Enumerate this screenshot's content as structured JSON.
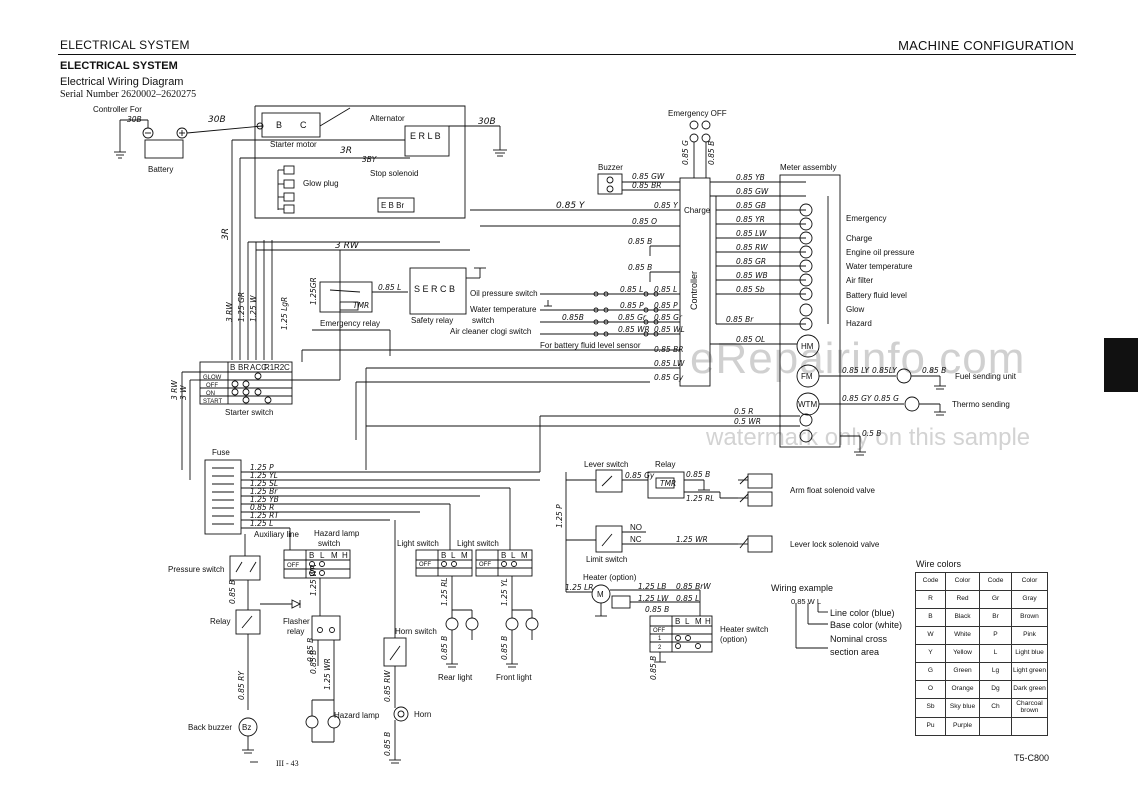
{
  "header": {
    "left": "ELECTRICAL SYSTEM",
    "right": "MACHINE CONFIGURATION"
  },
  "section_title": "ELECTRICAL SYSTEM",
  "subtitle": "Electrical Wiring Diagram",
  "serial": "Serial Number 2620002–2620275",
  "watermark": {
    "main": "eRepairinfo.com",
    "sub": "watermark only on this sample"
  },
  "labels": {
    "controller_for": "Controller For",
    "battery": "Battery",
    "starter_motor": "Starter motor",
    "alternator": "Alternator",
    "glow_plug": "Glow plug",
    "stop_solenoid": "Stop solenoid",
    "emergency_relay": "Emergency relay",
    "safety_relay": "Safety relay",
    "oil_pressure_switch": "Oil pressure switch",
    "water_temp_switch": "Water temperature",
    "water_temp_switch2": "switch",
    "air_cleaner_switch": "Air cleaner clogi switch",
    "fluid_level_sensor": "For battery fluid level sensor",
    "starter_switch": "Starter switch",
    "emergency_off": "Emergency OFF",
    "buzzer": "Buzzer",
    "meter_assembly": "Meter assembly",
    "charge_mid": "Charge",
    "controller": "Controller",
    "fuse": "Fuse",
    "auxiliary_line": "Auxiliary line",
    "hazard_lamp_switch": "Hazard lamp",
    "hazard_lamp_switch2": "switch",
    "pressure_switch": "Pressure switch",
    "relay_left": "Relay",
    "flasher_relay": "Flasher",
    "flasher_relay2": "relay",
    "horn_switch": "Horn switch",
    "back_buzzer": "Back buzzer",
    "hazard_lamp": "Hazard lamp",
    "horn": "Horn",
    "light_switch_1": "Light switch",
    "light_switch_2": "Light switch",
    "rear_light": "Rear light",
    "front_light": "Front light",
    "lever_switch": "Lever switch",
    "relay_right": "Relay",
    "limit_switch": "Limit switch",
    "arm_float_valve": "Arm float solenoid valve",
    "lever_lock_valve": "Lever lock solenoid valve",
    "heater": "Heater (option)",
    "heater_switch": "Heater switch",
    "heater_switch2": "(option)",
    "fuel_sending": "Fuel sending unit",
    "thermo_sending": "Thermo sending",
    "no": "NO",
    "nc": "NC"
  },
  "meter_lamps": [
    "Emergency",
    "Charge",
    "Engine oil pressure",
    "Water temperature",
    "Air filter",
    "Battery fluid level",
    "Glow",
    "Hazard"
  ],
  "meter_gauges": [
    "HM",
    "FM",
    "WTM"
  ],
  "starter_switch_cols": [
    "B",
    "BR",
    "ACC",
    "R1",
    "R2",
    "C"
  ],
  "starter_switch_rows": [
    "GLOW",
    "OFF",
    "ON",
    "START"
  ],
  "alternator_terminals": "E R L B",
  "starter_terminals": [
    "B",
    "C"
  ],
  "stop_solenoid_terminals": "E B Br",
  "safety_relay_terminals": "S E R C B",
  "switch_cols": [
    "B",
    "L",
    "M",
    "H"
  ],
  "switch_rows": [
    "OFF",
    "1",
    "2"
  ],
  "wires": {
    "w30b_a": "30B",
    "w30b_b": "30B",
    "w30b_c": "30B",
    "w3r": "3R",
    "w3by": "3BY",
    "w3r_v": "3R",
    "w3rw": "3 RW",
    "w3rw_l": "3 RW",
    "w3w_l": "3 W",
    "w3rw_v2": "3 RW",
    "w125gr": "1.25 GR",
    "w125w": "1.25 W",
    "w125gr_v": "1.25GR",
    "w125lgr": "1.25 LgR",
    "w085l_er": "0.85 L",
    "w085y_top": "0.85 Y",
    "w085g_v": "0.85 G",
    "w085b_v": "0.85 B",
    "w085gw": "0.85 GW",
    "w085br": "0.85 BR",
    "w085y": "0.85 Y",
    "w085o": "0.85 O",
    "w085b": "0.85 B",
    "w085b2": "0.85 B",
    "m_yb": "0.85 YB",
    "m_gw": "0.85 GW",
    "m_gb": "0.85 GB",
    "m_yr": "0.85 YR",
    "m_lw": "0.85 LW",
    "m_rw": "0.85 RW",
    "m_gr": "0.85 GR",
    "m_wb": "0.85 WB",
    "m_sb": "0.85 Sb",
    "m_br": "0.85 Br",
    "c_l": "0.85 L",
    "c_l2": "0.85 L",
    "c_p": "0.85 P",
    "c_p2": "0.85 P",
    "c_b": "0.85B",
    "c_gr": "0.85 Gr",
    "c_gr2": "0.85 Gr",
    "c_wr": "0.85 WR",
    "c_wr2": "0.85 WL",
    "c_br": "0.85 BR",
    "c_lw": "0.85 LW",
    "c_gy": "0.85 Gy",
    "c_ol": "0.85 OL",
    "f_ly": "0.85 LY",
    "f_ly2": "0.85LY",
    "f_b": "0.85 B",
    "t_gy": "0.85 GY",
    "t_g": "0.85 G",
    "m_r": "0.5 R",
    "m_wr": "0.5 WR",
    "m_sb2": "0.5 B",
    "fz1": "1.25 P",
    "fz2": "1.25 YL",
    "fz3": "1.25 SL",
    "fz4": "1.25 Br",
    "fz5": "1.25 YB",
    "fz6": "0.85 R",
    "fz7": "1.25 RT",
    "fz8": "1.25 L",
    "lv_gy": "0.85 Gy",
    "lv_b": "0.85 B",
    "lv_rl": "1.25 RL",
    "lv_p": "1.25 P",
    "lv_wr": "1.25 WR",
    "h_lr": "1.25 LR",
    "h_lb": "1.25 LB",
    "h_lw": "1.25 LW",
    "h_brw": "0.85 BrW",
    "h_l": "0.85 L",
    "h_b": "0.85 B",
    "h_b2": "0.85 B",
    "p_b": "0.85 B",
    "p_ry": "0.85 RY",
    "fl_wr": "1.25 WR",
    "fl_b": "0.85 B",
    "fl_wr2": "1.25 WR",
    "hn_rw": "0.85 RW",
    "hn_b": "0.85 B",
    "hn_b2": "0.85 B",
    "ls_rl": "1.25 RL",
    "ls_yl": "1.25 YL",
    "ls_b": "0.85 B",
    "ls_b2": "0.85 B"
  },
  "wiring_example": {
    "title": "Wiring example",
    "code": "0.85 W L",
    "line_color": "Line color (blue)",
    "base_color": "Base color (white)",
    "cross1": "Nominal cross",
    "cross2": "section area"
  },
  "wire_colors": {
    "title": "Wire colors",
    "header": [
      "Code",
      "Color",
      "Code",
      "Color"
    ],
    "rows": [
      [
        "R",
        "Red",
        "Gr",
        "Gray"
      ],
      [
        "B",
        "Black",
        "Br",
        "Brown"
      ],
      [
        "W",
        "White",
        "P",
        "Pink"
      ],
      [
        "Y",
        "Yellow",
        "L",
        "Light blue"
      ],
      [
        "G",
        "Green",
        "Lg",
        "Light green"
      ],
      [
        "O",
        "Orange",
        "Dg",
        "Dark green"
      ],
      [
        "Sb",
        "Sky blue",
        "Ch",
        "Charcoal brown"
      ],
      [
        "Pu",
        "Purple",
        "",
        ""
      ]
    ]
  },
  "page_number": "III - 43",
  "figure_code": "T5-C800"
}
